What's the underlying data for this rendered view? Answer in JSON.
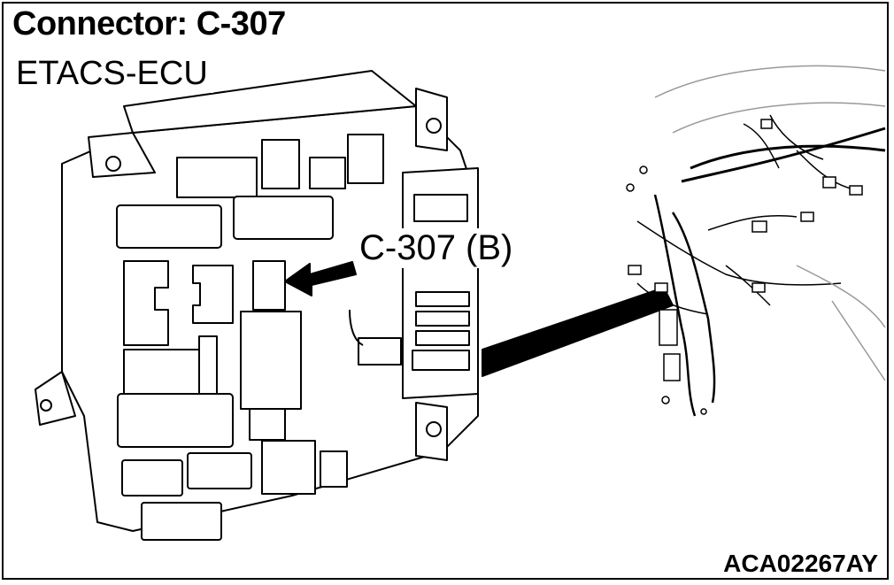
{
  "header": {
    "title": "Connector: C-307",
    "subtitle": "ETACS-ECU"
  },
  "diagram": {
    "callout_label": "C-307 (B)",
    "figure_code": "ACA02267AY"
  }
}
